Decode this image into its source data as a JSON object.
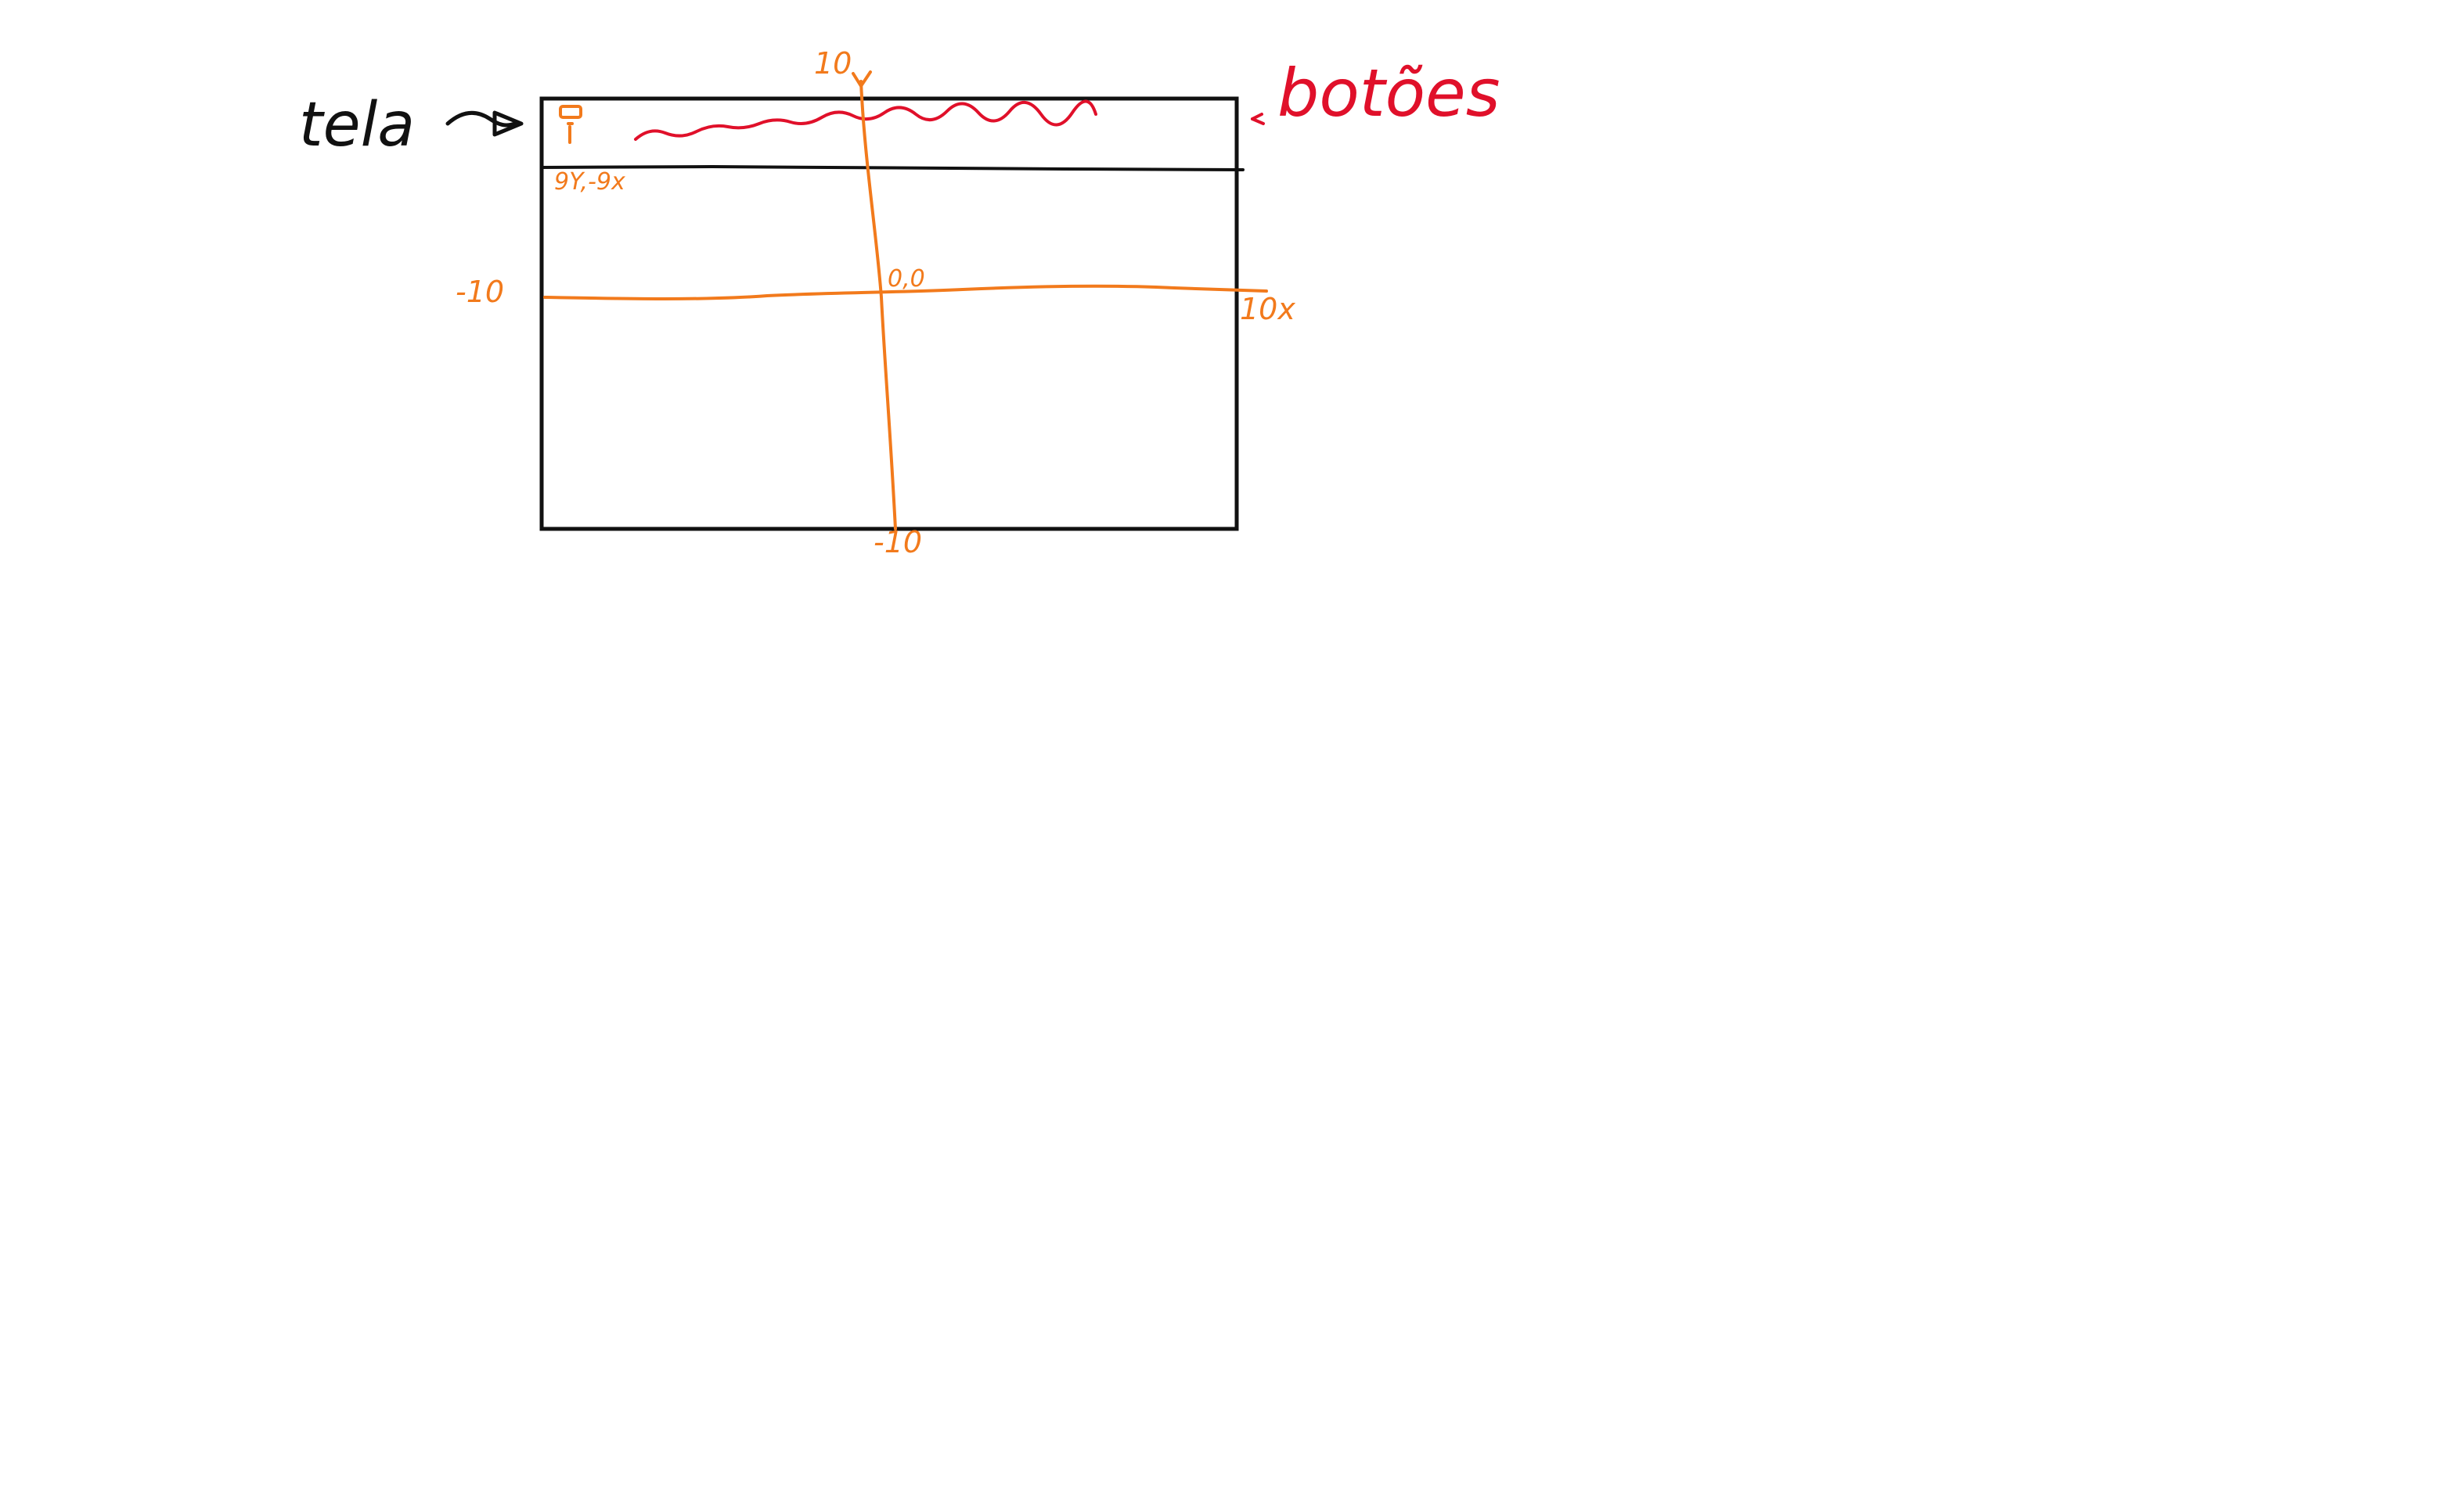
{
  "colors": {
    "ink": "#111111",
    "axes": "#f27a1c",
    "annotation": "#e0102a",
    "background": "#ffffff"
  },
  "labels": {
    "screen": "tela",
    "buttons": "botões",
    "y_top": "10",
    "y_bottom": "-10",
    "x_left": "-10",
    "x_right": "10x",
    "origin": "0,0",
    "corner_coord": "9Y,-9x"
  },
  "icons": {
    "arrow": "arrow-right-icon",
    "corner_marker": "corner-marker-icon"
  }
}
